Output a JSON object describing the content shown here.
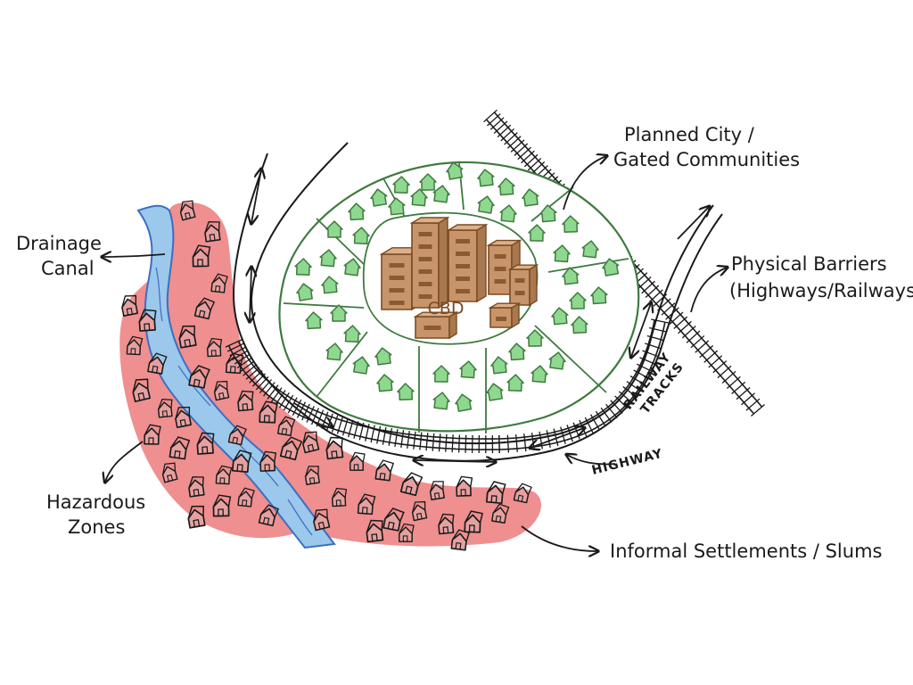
{
  "labels": {
    "planned_city": [
      "Planned City /",
      "Gated Communities"
    ],
    "drainage_canal": [
      "Drainage",
      "Canal"
    ],
    "physical_barriers": [
      "Physical Barriers",
      "(Highways/Railways)"
    ],
    "hazardous_zones": [
      "Hazardous",
      "Zones"
    ],
    "informal_settlements": "Informal Settlements / Slums",
    "railway_tracks": [
      "RAILWAY",
      "TRACKS"
    ],
    "highway": "HIGHWAY",
    "cbd": "CBD"
  },
  "colors": {
    "slum_zone": "#ef8f8f",
    "slum_house": "#e6a0a0",
    "canal_fill": "#9cc8ec",
    "canal_edge": "#3b6ec2",
    "planned_boundary": "#3f7a3f",
    "planned_house": "#8fd88f",
    "cbd_building": "#c8956a",
    "cbd_outline": "#7a4a22",
    "ink": "#1a1a1a"
  },
  "icons": {
    "planned_houses": "house-icon",
    "slum_houses": "shack-icon",
    "cbd_towers": "building-icon"
  }
}
